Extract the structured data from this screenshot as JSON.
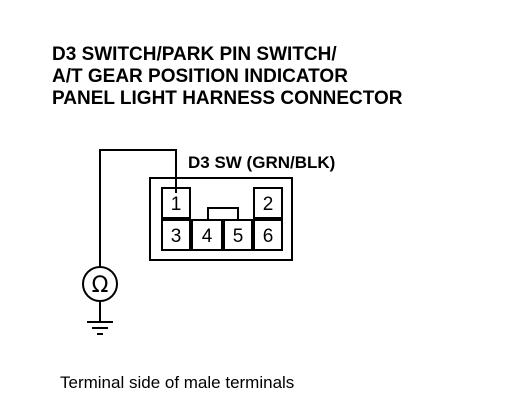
{
  "title": {
    "lines": [
      "D3 SWITCH/PARK PIN SWITCH/",
      "A/T GEAR POSITION INDICATOR",
      "PANEL LIGHT HARNESS CONNECTOR"
    ]
  },
  "connector": {
    "wire_label": "D3 SW (GRN/BLK)",
    "pins": [
      "1",
      "2",
      "3",
      "4",
      "5",
      "6"
    ]
  },
  "meter": {
    "symbol": "Ω",
    "icon": "ohmmeter-icon"
  },
  "ground": {
    "icon": "ground-icon"
  },
  "caption": "Terminal side of male terminals"
}
